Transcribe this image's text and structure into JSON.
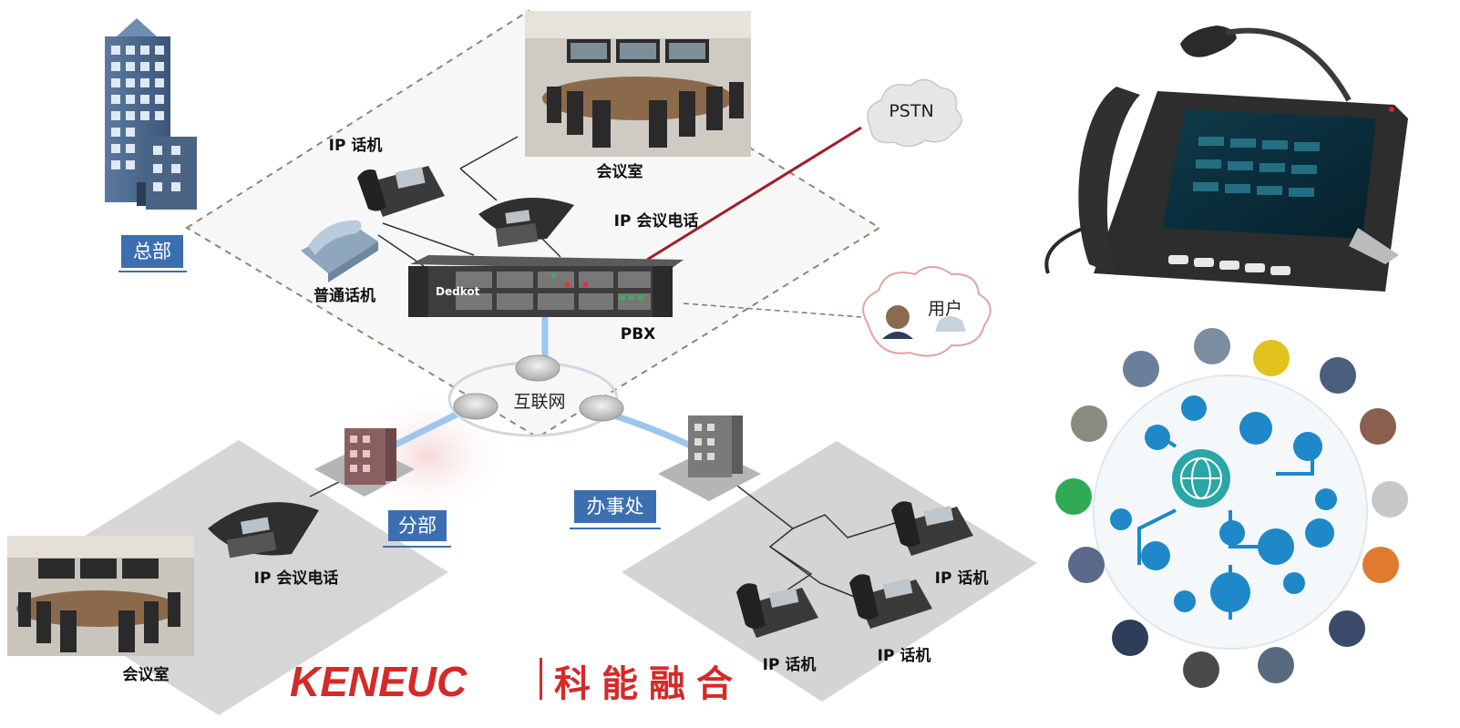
{
  "labels": {
    "hq": "总部",
    "hq_ip_phone": "IP 话机",
    "hq_meeting_room": "会议室",
    "hq_ip_conf_phone": "IP 会议电话",
    "hq_analog_phone": "普通话机",
    "pbx": "PBX",
    "pstn": "PSTN",
    "user": "用户",
    "internet": "互联网",
    "branch": "分部",
    "branch_ip_conf_phone": "IP 会议电话",
    "branch_meeting_room": "会议室",
    "office": "办事处",
    "office_ip_phone_1": "IP 话机",
    "office_ip_phone_2": "IP 话机",
    "office_ip_phone_3": "IP 话机",
    "pbx_brand": "Dedkot"
  },
  "logo": {
    "latin": "KENEUC",
    "chinese": "科能融合"
  },
  "colors": {
    "accent_red": "#d42a2a",
    "tag_blue": "#3c6fb0",
    "pstn_link": "#a01e2a",
    "net_link": "#7fb0e0"
  }
}
